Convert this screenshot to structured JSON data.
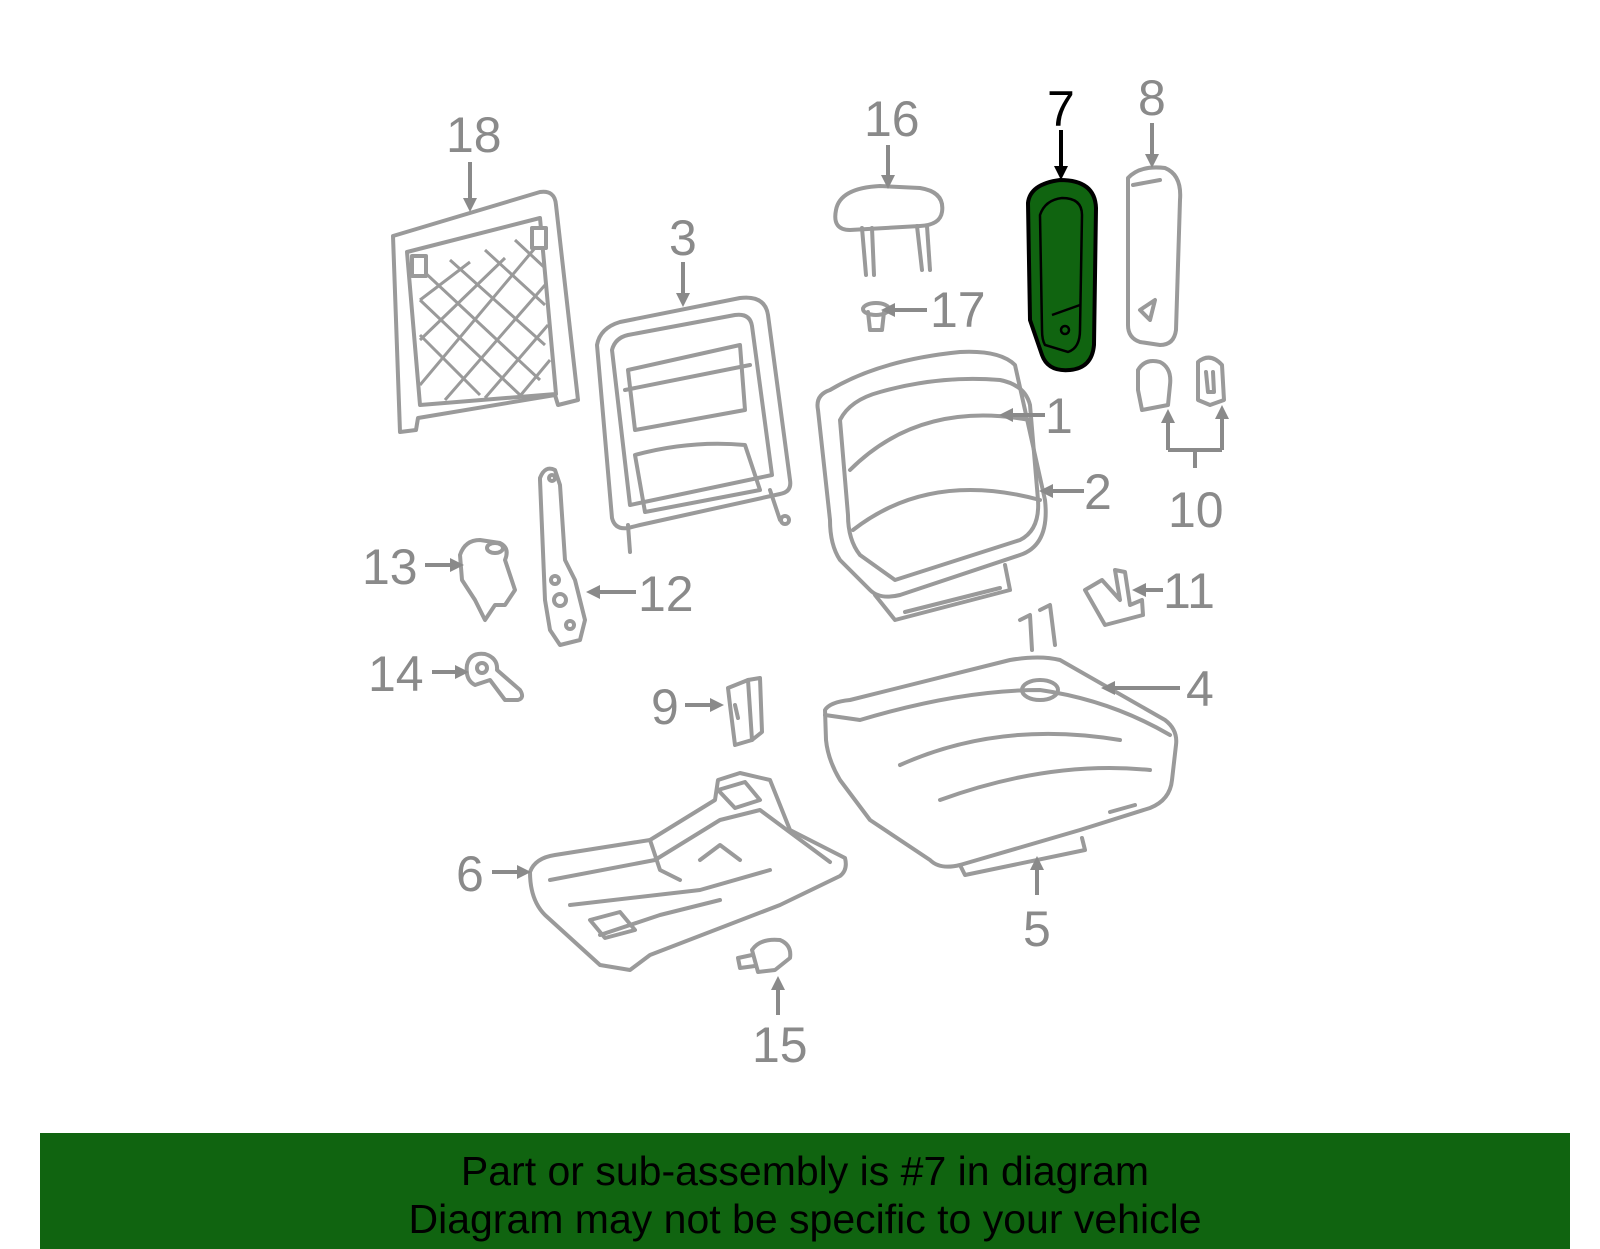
{
  "diagram": {
    "callouts": [
      {
        "id": "1",
        "label": "1"
      },
      {
        "id": "2",
        "label": "2"
      },
      {
        "id": "3",
        "label": "3"
      },
      {
        "id": "4",
        "label": "4"
      },
      {
        "id": "5",
        "label": "5"
      },
      {
        "id": "6",
        "label": "6"
      },
      {
        "id": "7",
        "label": "7",
        "highlighted": true
      },
      {
        "id": "8",
        "label": "8"
      },
      {
        "id": "9",
        "label": "9"
      },
      {
        "id": "10",
        "label": "10"
      },
      {
        "id": "11",
        "label": "11"
      },
      {
        "id": "12",
        "label": "12"
      },
      {
        "id": "13",
        "label": "13"
      },
      {
        "id": "14",
        "label": "14"
      },
      {
        "id": "15",
        "label": "15"
      },
      {
        "id": "16",
        "label": "16"
      },
      {
        "id": "17",
        "label": "17"
      },
      {
        "id": "18",
        "label": "18"
      }
    ],
    "highlight_color": "#106410",
    "line_color": "#9a9a9a"
  },
  "banner": {
    "line1": "Part or sub-assembly is #7 in diagram",
    "line2": "Diagram may not be specific to your vehicle",
    "background": "#106410"
  }
}
